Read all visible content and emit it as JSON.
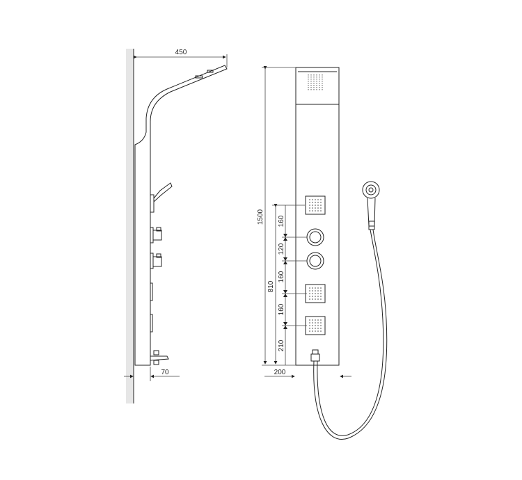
{
  "side_view": {
    "dimensions": {
      "depth": "450",
      "wall_offset": "70"
    }
  },
  "front_view": {
    "dimensions": {
      "total_height": "1500",
      "outlet_height": "810",
      "spacings": [
        "160",
        "120",
        "160",
        "160",
        "210"
      ],
      "width": "200"
    }
  },
  "colors": {
    "line": "#222222",
    "wall": "#e6e6e6"
  }
}
